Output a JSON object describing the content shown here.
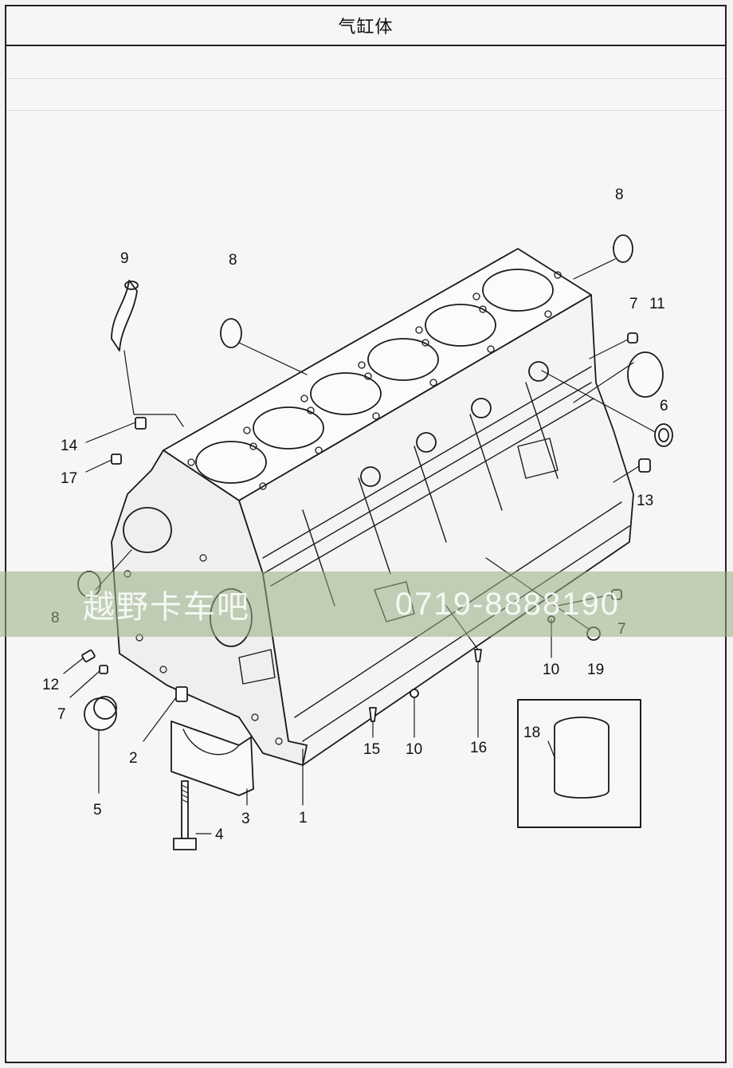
{
  "page": {
    "title": "气缸体"
  },
  "watermark": {
    "name": "越野卡车吧",
    "phone": "0719-8888190"
  },
  "callouts": [
    "1",
    "2",
    "3",
    "4",
    "5",
    "6",
    "7",
    "7",
    "7",
    "8",
    "8",
    "8",
    "9",
    "10",
    "10",
    "11",
    "12",
    "13",
    "14",
    "15",
    "16",
    "17",
    "18",
    "19"
  ],
  "colors": {
    "ink": "#1a1a1a",
    "paper": "#f6f6f7",
    "watermark_band": "#96af82"
  }
}
